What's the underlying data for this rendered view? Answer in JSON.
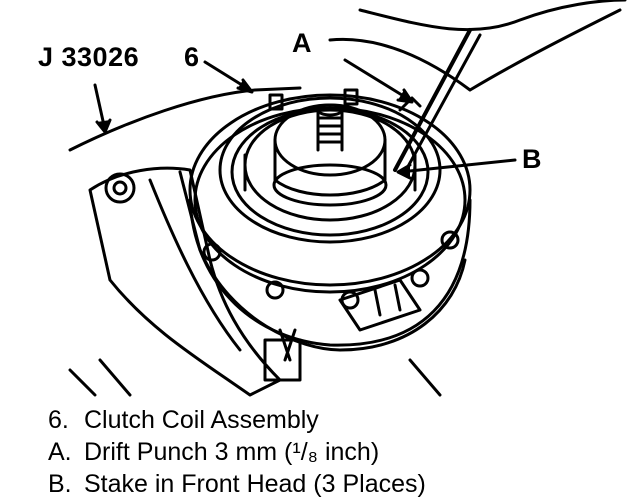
{
  "callouts": {
    "tool": "J 33026",
    "part_6": "6",
    "point_a": "A",
    "point_b": "B"
  },
  "legend": [
    {
      "key": "6.",
      "text": "Clutch Coil Assembly"
    },
    {
      "key": "A.",
      "text": "Drift Punch 3 mm (¹/₈ inch)"
    },
    {
      "key": "B.",
      "text": "Stake in Front Head (3 Places)"
    }
  ]
}
